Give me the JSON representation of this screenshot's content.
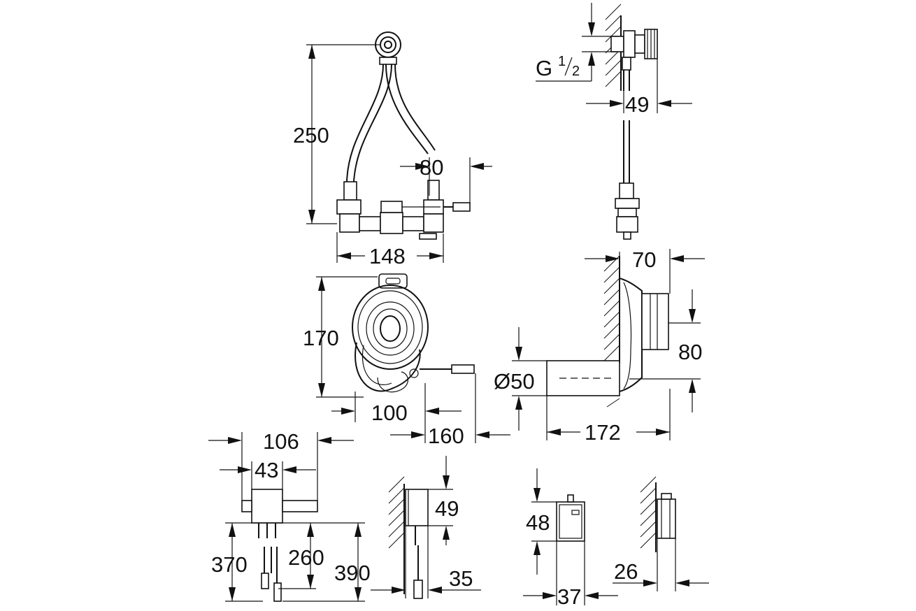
{
  "dimensions": {
    "d250": "250",
    "d80_top": "80",
    "d148": "148",
    "thread": "G",
    "thread_num": "1",
    "thread_den": "2",
    "d49_top": "49",
    "d70": "70",
    "d170": "170",
    "d100": "100",
    "d160": "160",
    "d50": "Ø50",
    "d80_right": "80",
    "d172": "172",
    "d106": "106",
    "d43": "43",
    "d370": "370",
    "d260": "260",
    "d390": "390",
    "d49_mid": "49",
    "d35": "35",
    "d48": "48",
    "d37": "37",
    "d26": "26"
  }
}
